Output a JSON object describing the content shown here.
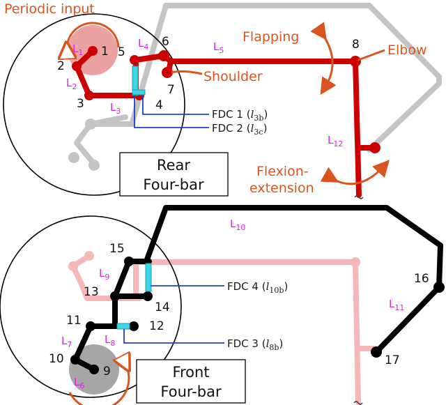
{
  "colors": {
    "rear": "#cc0000",
    "rear_ghost": "#c4c4c4",
    "front": "#000000",
    "front_ghost": "#f5b8b8",
    "fdc_wire": "#1f3fd1",
    "fdc_link": "#3dd6e8",
    "annotation": "#d9541e",
    "link_label": "#e020e0"
  },
  "annotations": {
    "periodic_input": "Periodic input",
    "flapping": "Flapping",
    "elbow": "Elbow",
    "shoulder": "Shoulder",
    "flexion_1": "Flexion-",
    "flexion_2": "extension"
  },
  "boxes": {
    "rear_line1": "Rear",
    "rear_line2": "Four-bar",
    "front_line1": "Front",
    "front_line2": "Four-bar"
  },
  "joints": {
    "j1": "1",
    "j2": "2",
    "j3": "3",
    "j4": "4",
    "j5": "5",
    "j6": "6",
    "j7": "7",
    "j8": "8",
    "j9": "9",
    "j10": "10",
    "j11": "11",
    "j12": "12",
    "j13": "13",
    "j14": "14",
    "j15": "15",
    "j16": "16",
    "j17": "17"
  },
  "links": {
    "L1": {
      "main": "L",
      "sub": "1"
    },
    "L2": {
      "main": "L",
      "sub": "2"
    },
    "L3": {
      "main": "L",
      "sub": "3"
    },
    "L4": {
      "main": "L",
      "sub": "4"
    },
    "L5": {
      "main": "L",
      "sub": "5"
    },
    "L6": {
      "main": "L",
      "sub": "6"
    },
    "L7": {
      "main": "L",
      "sub": "7"
    },
    "L8": {
      "main": "L",
      "sub": "8"
    },
    "L9": {
      "main": "L",
      "sub": "9"
    },
    "L10": {
      "main": "L",
      "sub": "10"
    },
    "L11": {
      "main": "L",
      "sub": "11"
    },
    "L12": {
      "main": "L",
      "sub": "12"
    }
  },
  "fdc": {
    "fdc1": {
      "name": "FDC 1 (",
      "var": "l",
      "sub": "3b",
      "close": ")"
    },
    "fdc2": {
      "name": "FDC 2 (",
      "var": "l",
      "sub": "3c",
      "close": ")"
    },
    "fdc3": {
      "name": "FDC 3 (",
      "var": "l",
      "sub": "8b",
      "close": ")"
    },
    "fdc4": {
      "name": "FDC 4 (",
      "var": "l",
      "sub": "10b",
      "close": ")"
    }
  }
}
